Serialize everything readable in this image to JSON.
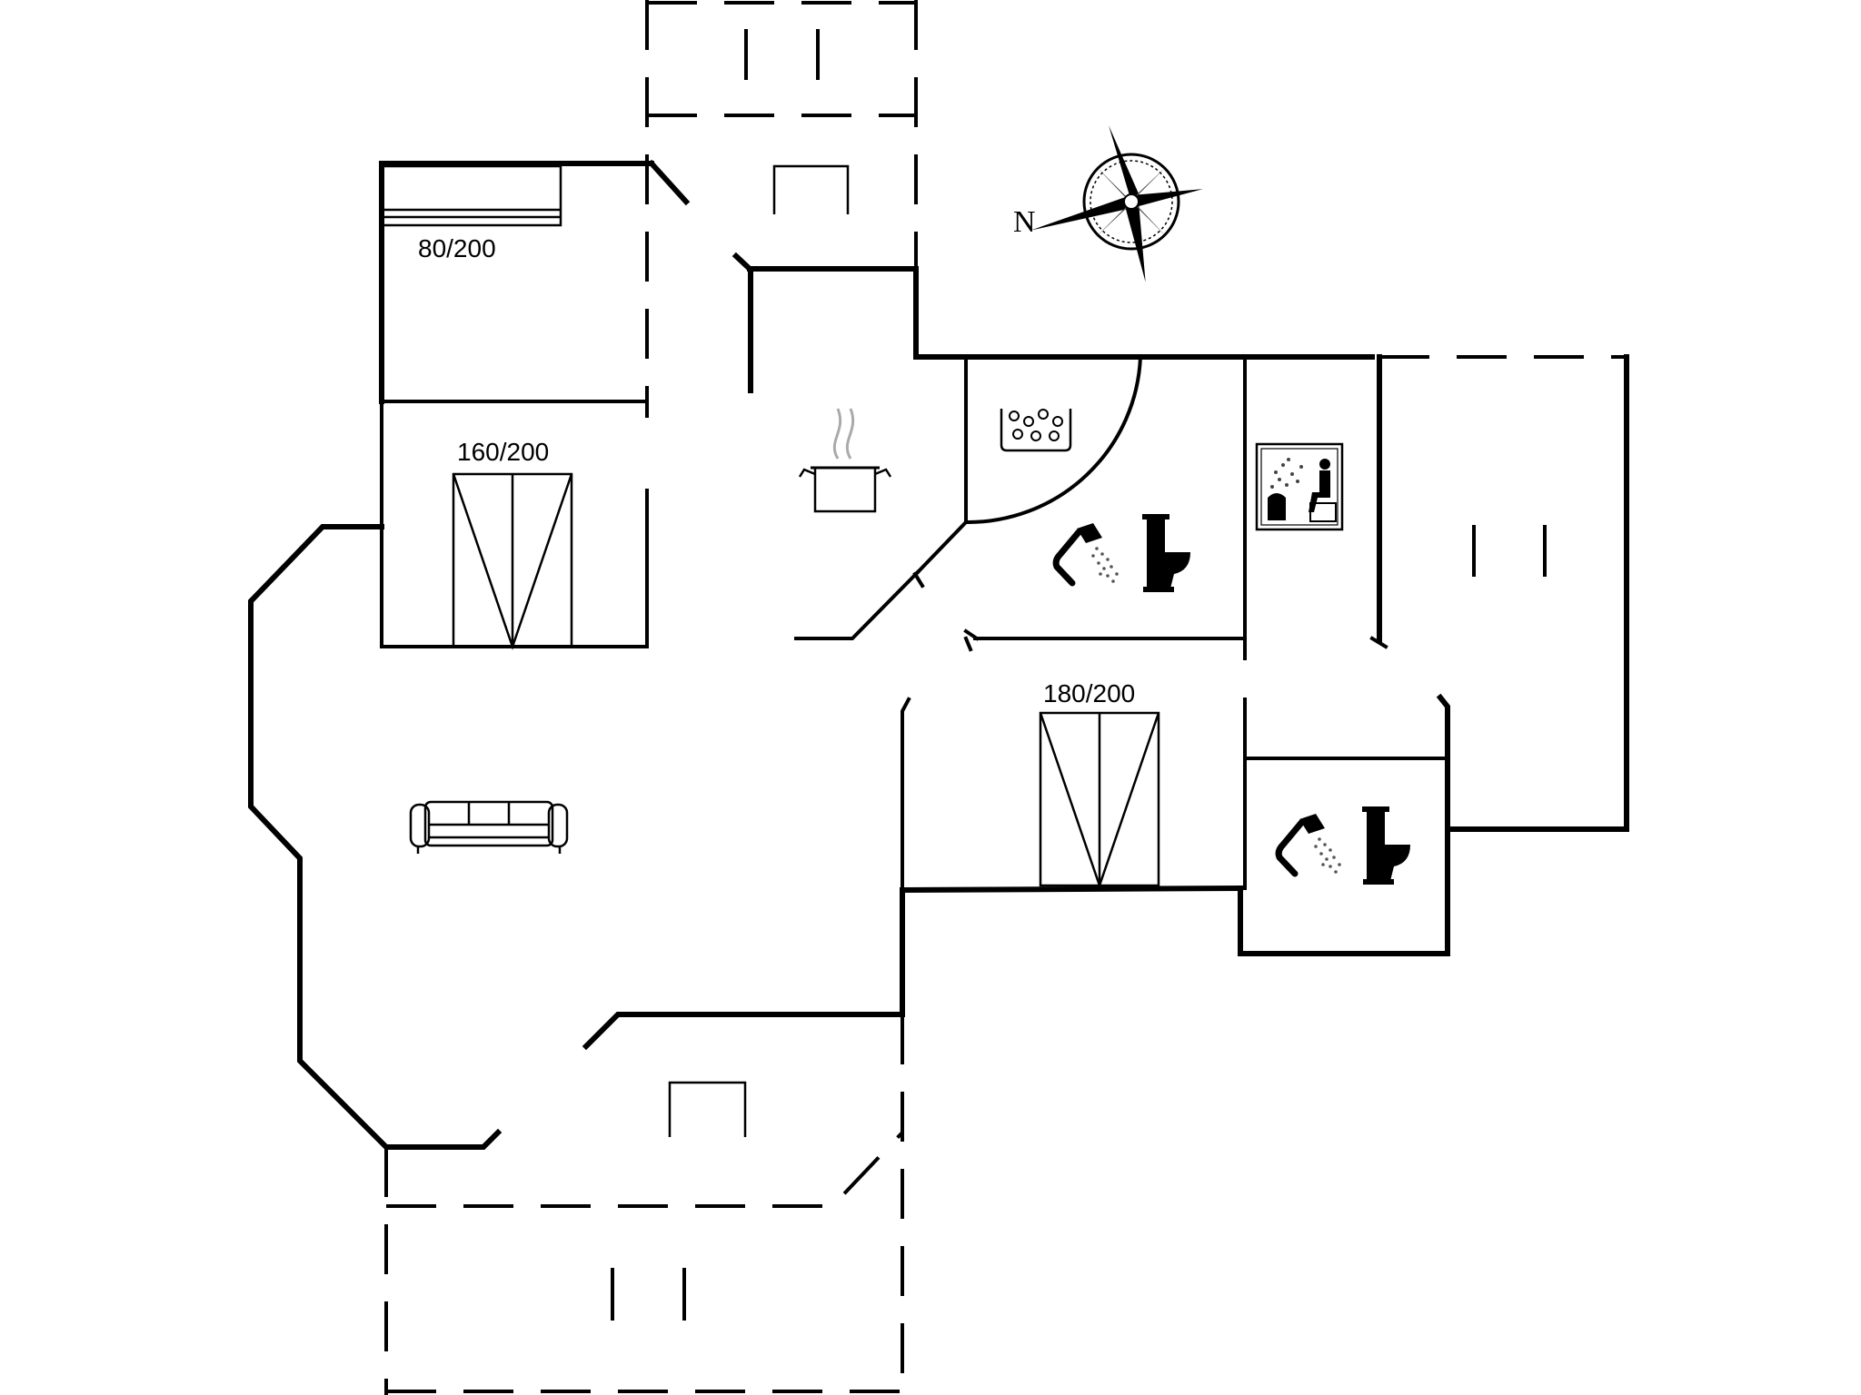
{
  "compass": {
    "north_label": "N"
  },
  "beds": [
    {
      "label": "80/200"
    },
    {
      "label": "160/200"
    },
    {
      "label": "180/200"
    }
  ],
  "icons": [
    "compass-icon",
    "cooking-pot-icon",
    "jacuzzi-icon",
    "shower-icon",
    "toilet-icon",
    "sauna-icon",
    "sofa-icon"
  ]
}
